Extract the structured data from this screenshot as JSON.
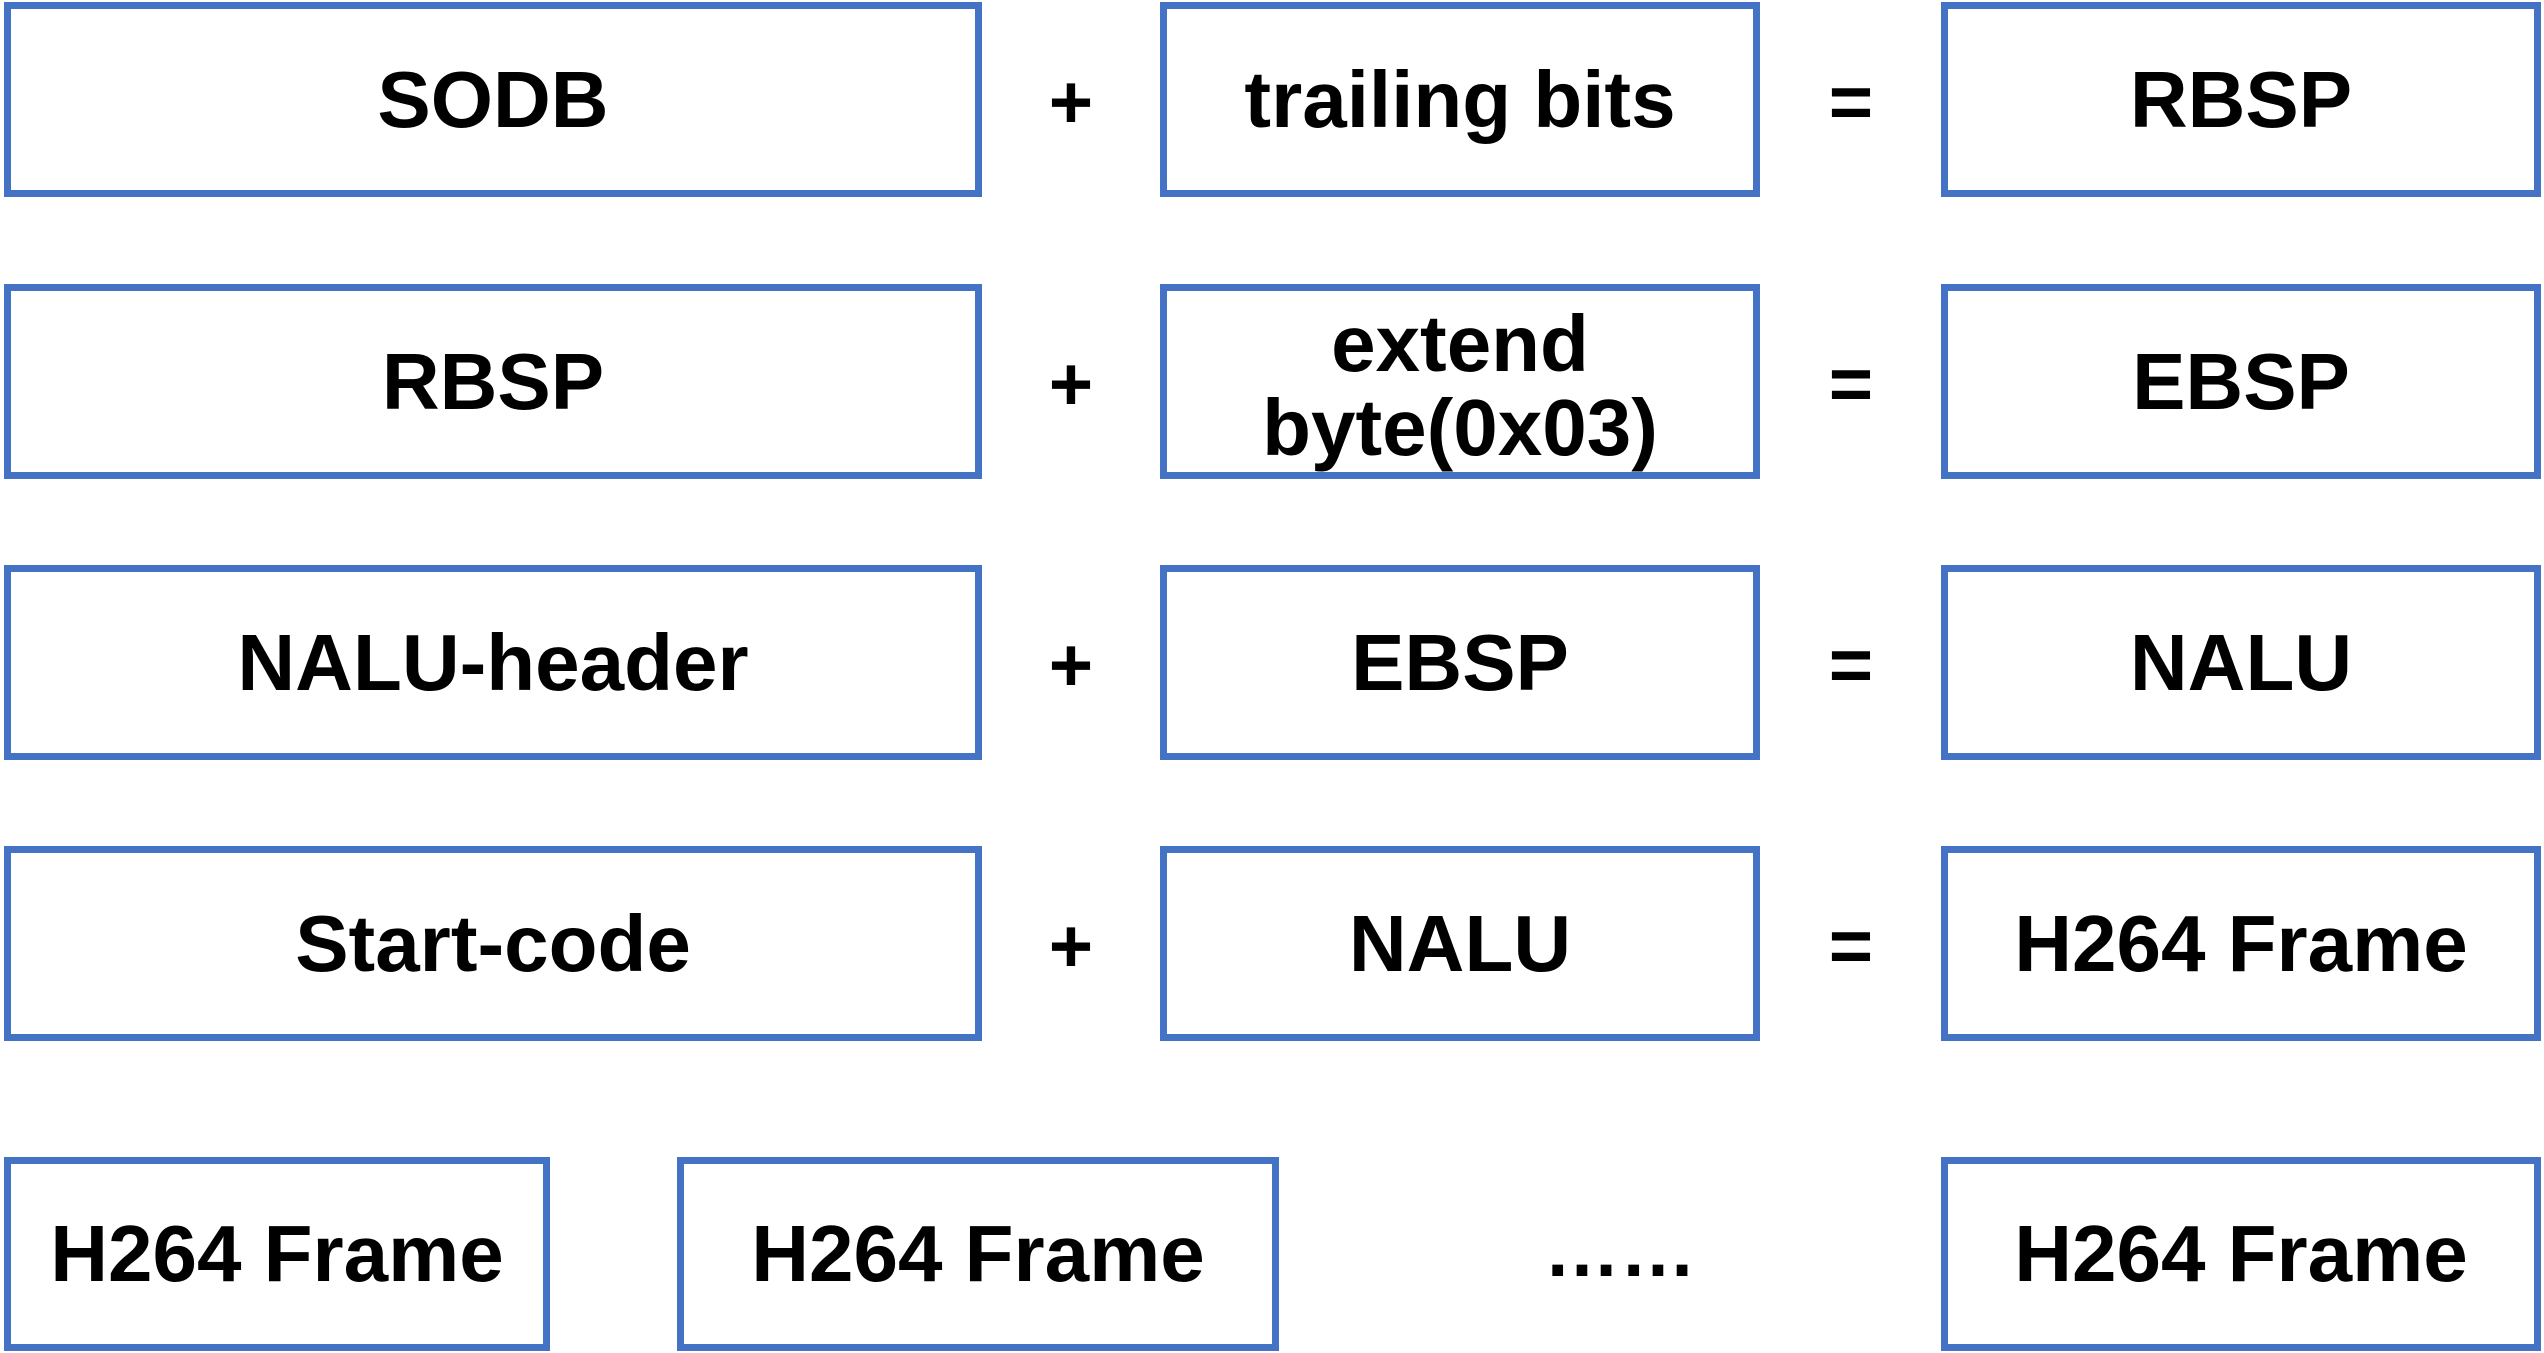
{
  "accent_color": "#4472C4",
  "rows": [
    {
      "left": "SODB",
      "plus": "+",
      "middle": "trailing bits",
      "equals": "=",
      "right": "RBSP"
    },
    {
      "left": "RBSP",
      "plus": "+",
      "middle_line1": "extend",
      "middle_line2": "byte(0x03)",
      "equals": "=",
      "right": "EBSP"
    },
    {
      "left": "NALU-header",
      "plus": "+",
      "middle": "EBSP",
      "equals": "=",
      "right": "NALU"
    },
    {
      "left": "Start-code",
      "plus": "+",
      "middle": "NALU",
      "equals": "=",
      "right": "H264 Frame"
    }
  ],
  "frames": {
    "frame1": "H264 Frame",
    "frame2": "H264 Frame",
    "ellipsis": "……",
    "frame_last": "H264 Frame"
  }
}
